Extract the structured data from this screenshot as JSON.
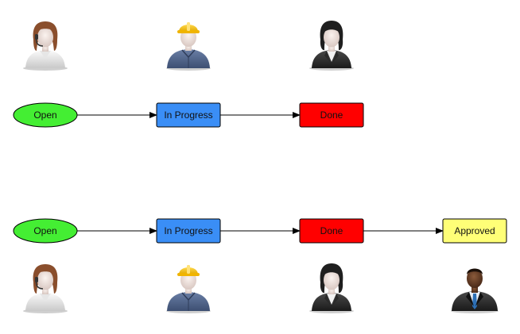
{
  "colors": {
    "open": "#44ee33",
    "in_progress": "#3a8ef6",
    "done": "#ff0000",
    "approved": "#ffff77",
    "stroke": "#000000"
  },
  "workflow_top": {
    "nodes": [
      {
        "label": "Open",
        "shape": "ellipse",
        "person_icon": "support-agent-icon"
      },
      {
        "label": "In Progress",
        "shape": "rect",
        "person_icon": "construction-worker-icon"
      },
      {
        "label": "Done",
        "shape": "rect",
        "person_icon": "businesswoman-icon"
      }
    ]
  },
  "workflow_bottom": {
    "nodes": [
      {
        "label": "Open",
        "shape": "ellipse",
        "person_icon": "support-agent-icon"
      },
      {
        "label": "In Progress",
        "shape": "rect",
        "person_icon": "construction-worker-icon"
      },
      {
        "label": "Done",
        "shape": "rect",
        "person_icon": "businesswoman-icon"
      },
      {
        "label": "Approved",
        "shape": "rect",
        "person_icon": "businessman-icon"
      }
    ]
  }
}
